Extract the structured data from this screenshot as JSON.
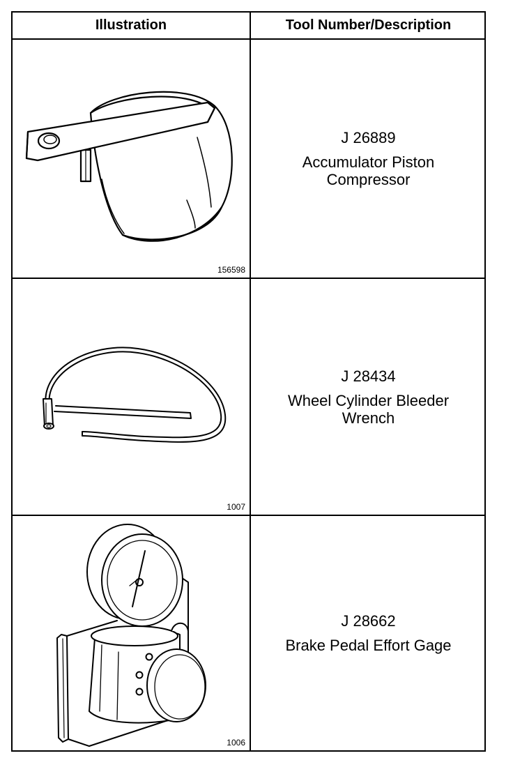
{
  "table": {
    "header_illustration": "Illustration",
    "header_description": "Tool Number/Description"
  },
  "rows": [
    {
      "figure_number": "156598",
      "tool_number": "J 26889",
      "description": "Accumulator Piston\nCompressor",
      "illustration_icon": "accumulator-piston-compressor"
    },
    {
      "figure_number": "1007",
      "tool_number": "J 28434",
      "description": "Wheel Cylinder Bleeder\nWrench",
      "illustration_icon": "wheel-cylinder-bleeder-wrench"
    },
    {
      "figure_number": "1006",
      "tool_number": "J 28662",
      "description": "Brake Pedal Effort Gage",
      "illustration_icon": "brake-pedal-effort-gage"
    }
  ]
}
